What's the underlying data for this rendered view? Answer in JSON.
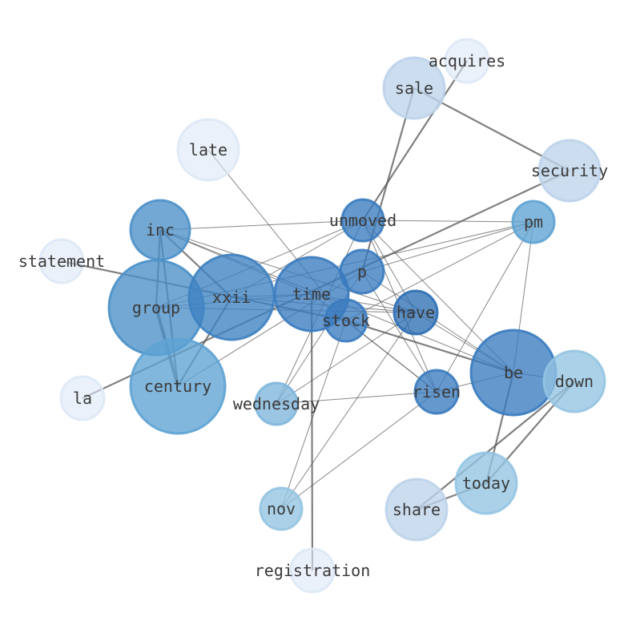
{
  "diagram": {
    "nodes": [
      {
        "id": "acquires",
        "label": "acquires",
        "color": "#dde8f6",
        "degree": 1
      },
      {
        "id": "sale",
        "label": "sale",
        "color": "#bcd3ea",
        "degree": 3
      },
      {
        "id": "late",
        "label": "late",
        "color": "#dde8f6",
        "degree": 1
      },
      {
        "id": "security",
        "label": "security",
        "color": "#bcd3ea",
        "degree": 3
      },
      {
        "id": "unmoved",
        "label": "unmoved",
        "color": "#3a7bbf",
        "degree": 10
      },
      {
        "id": "pm",
        "label": "pm",
        "color": "#5ea3d3",
        "degree": 7
      },
      {
        "id": "inc",
        "label": "inc",
        "color": "#4b90c8",
        "degree": 9
      },
      {
        "id": "statement",
        "label": "statement",
        "color": "#dde8f6",
        "degree": 1
      },
      {
        "id": "p",
        "label": "p",
        "color": "#3a7bbf",
        "degree": 10
      },
      {
        "id": "time",
        "label": "time",
        "color": "#3a7bbf",
        "degree": 13
      },
      {
        "id": "group",
        "label": "group",
        "color": "#4b90c8",
        "degree": 10
      },
      {
        "id": "xxii",
        "label": "xxii",
        "color": "#3e81c1",
        "degree": 11
      },
      {
        "id": "stock",
        "label": "stock",
        "color": "#3a7bbf",
        "degree": 10
      },
      {
        "id": "have",
        "label": "have",
        "color": "#2e6fb4",
        "degree": 11
      },
      {
        "id": "la",
        "label": "la",
        "color": "#dde8f6",
        "degree": 1
      },
      {
        "id": "century",
        "label": "century",
        "color": "#5ea3d3",
        "degree": 9
      },
      {
        "id": "wednesday",
        "label": "wednesday",
        "color": "#7eb6dc",
        "degree": 6
      },
      {
        "id": "risen",
        "label": "risen",
        "color": "#3a7bbf",
        "degree": 9
      },
      {
        "id": "be",
        "label": "be",
        "color": "#3a7bbf",
        "degree": 9
      },
      {
        "id": "down",
        "label": "down",
        "color": "#94c4e2",
        "degree": 4
      },
      {
        "id": "today",
        "label": "today",
        "color": "#94c4e2",
        "degree": 4
      },
      {
        "id": "nov",
        "label": "nov",
        "color": "#94c4e2",
        "degree": 3
      },
      {
        "id": "share",
        "label": "share",
        "color": "#bcd3ea",
        "degree": 2
      },
      {
        "id": "registration",
        "label": "registration",
        "color": "#dde8f6",
        "degree": 1
      }
    ],
    "edges": [
      {
        "source": "acquires",
        "target": "unmoved",
        "weight": 2
      },
      {
        "source": "sale",
        "target": "security",
        "weight": 2
      },
      {
        "source": "sale",
        "target": "p",
        "weight": 2
      },
      {
        "source": "late",
        "target": "stock",
        "weight": 1
      },
      {
        "source": "security",
        "target": "la",
        "weight": 2
      },
      {
        "source": "statement",
        "target": "stock",
        "weight": 2
      },
      {
        "source": "registration",
        "target": "time",
        "weight": 2
      },
      {
        "source": "share",
        "target": "down",
        "weight": 2
      },
      {
        "source": "today",
        "target": "down",
        "weight": 2
      },
      {
        "source": "today",
        "target": "share",
        "weight": 2
      },
      {
        "source": "be",
        "target": "today",
        "weight": 2
      },
      {
        "source": "be",
        "target": "down",
        "weight": 1
      },
      {
        "source": "be",
        "target": "stock",
        "weight": 2
      },
      {
        "source": "be",
        "target": "p",
        "weight": 1
      },
      {
        "source": "be",
        "target": "unmoved",
        "weight": 1
      },
      {
        "source": "be",
        "target": "inc",
        "weight": 1
      },
      {
        "source": "group",
        "target": "century",
        "weight": 3
      },
      {
        "source": "inc",
        "target": "century",
        "weight": 2
      },
      {
        "source": "inc",
        "target": "group",
        "weight": 2
      },
      {
        "source": "inc",
        "target": "xxii",
        "weight": 2
      },
      {
        "source": "inc",
        "target": "unmoved",
        "weight": 1
      },
      {
        "source": "inc",
        "target": "have",
        "weight": 1
      },
      {
        "source": "inc",
        "target": "time",
        "weight": 1
      },
      {
        "source": "xxii",
        "target": "century",
        "weight": 2
      },
      {
        "source": "xxii",
        "target": "unmoved",
        "weight": 1
      },
      {
        "source": "xxii",
        "target": "have",
        "weight": 1
      },
      {
        "source": "xxii",
        "target": "time",
        "weight": 1
      },
      {
        "source": "group",
        "target": "time",
        "weight": 1
      },
      {
        "source": "group",
        "target": "have",
        "weight": 1
      },
      {
        "source": "group",
        "target": "pm",
        "weight": 1
      },
      {
        "source": "group",
        "target": "unmoved",
        "weight": 1
      },
      {
        "source": "century",
        "target": "p",
        "weight": 1
      },
      {
        "source": "unmoved",
        "target": "pm",
        "weight": 1
      },
      {
        "source": "unmoved",
        "target": "risen",
        "weight": 1
      },
      {
        "source": "unmoved",
        "target": "have",
        "weight": 1
      },
      {
        "source": "unmoved",
        "target": "wednesday",
        "weight": 1
      },
      {
        "source": "p",
        "target": "risen",
        "weight": 1
      },
      {
        "source": "p",
        "target": "pm",
        "weight": 1
      },
      {
        "source": "p",
        "target": "wednesday",
        "weight": 1
      },
      {
        "source": "pm",
        "target": "stock",
        "weight": 1
      },
      {
        "source": "pm",
        "target": "risen",
        "weight": 1
      },
      {
        "source": "pm",
        "target": "be",
        "weight": 1
      },
      {
        "source": "time",
        "target": "have",
        "weight": 1
      },
      {
        "source": "time",
        "target": "risen",
        "weight": 1
      },
      {
        "source": "stock",
        "target": "risen",
        "weight": 1
      },
      {
        "source": "stock",
        "target": "nov",
        "weight": 1
      },
      {
        "source": "have",
        "target": "be",
        "weight": 1
      },
      {
        "source": "have",
        "target": "wednesday",
        "weight": 1
      },
      {
        "source": "have",
        "target": "nov",
        "weight": 1
      },
      {
        "source": "wednesday",
        "target": "risen",
        "weight": 1
      },
      {
        "source": "risen",
        "target": "nov",
        "weight": 1
      },
      {
        "source": "risen",
        "target": "be",
        "weight": 1
      }
    ]
  }
}
